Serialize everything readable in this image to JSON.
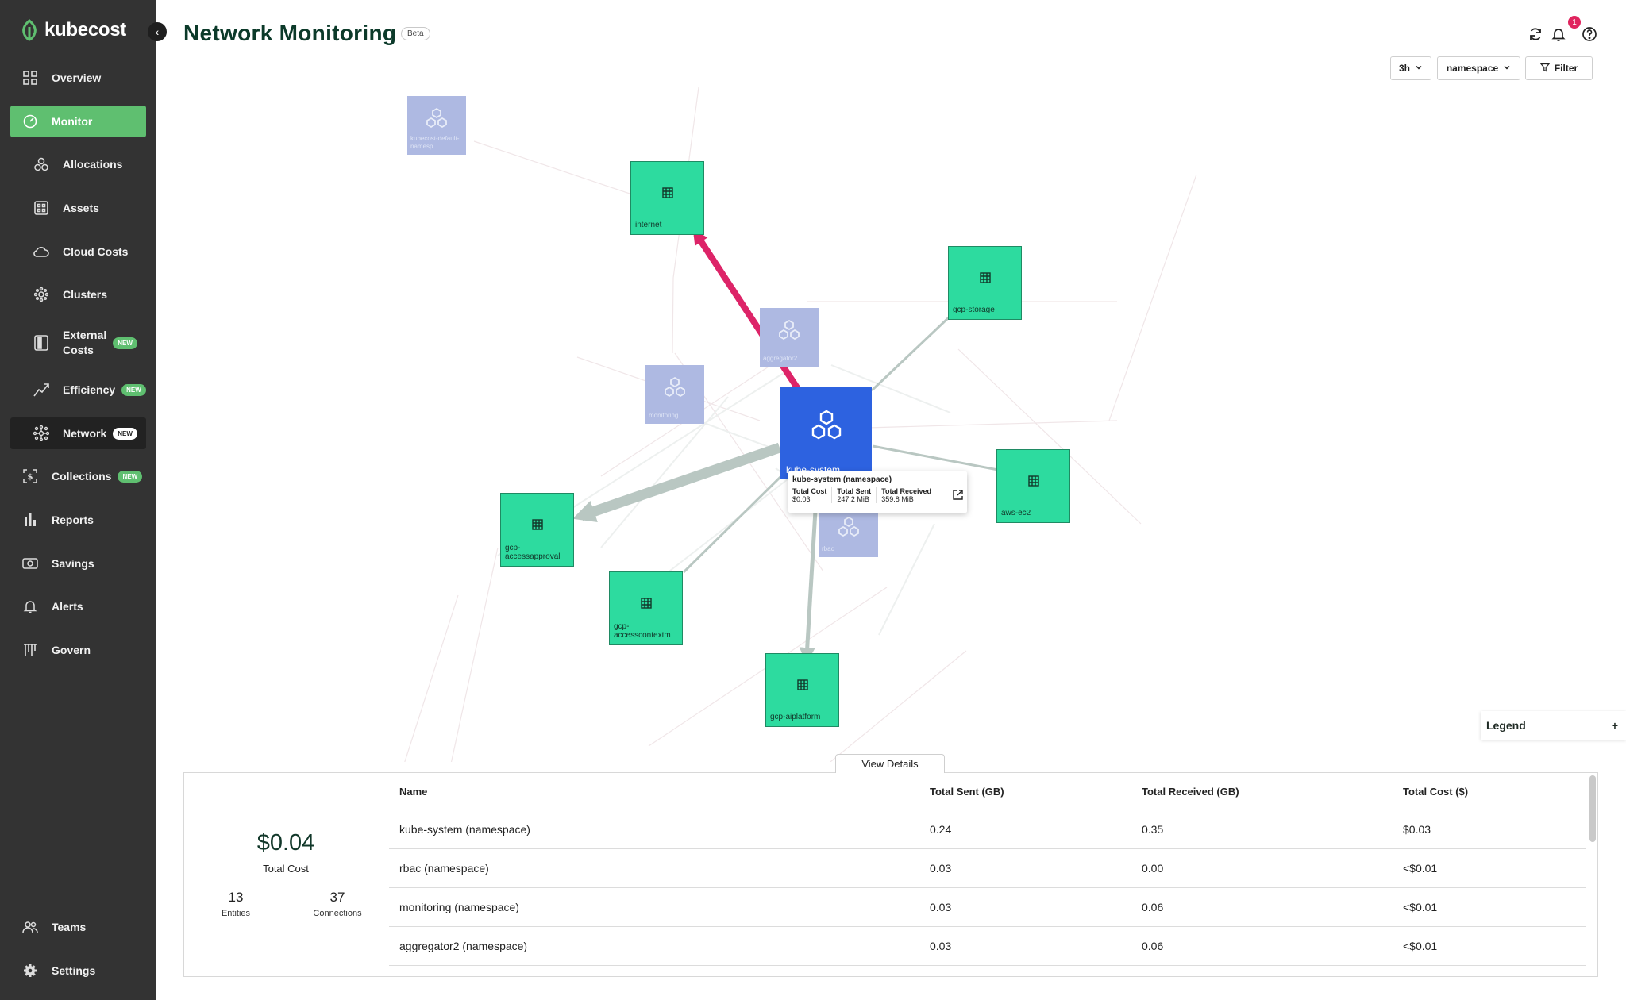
{
  "app": {
    "name": "kubecost"
  },
  "sidebar": {
    "collapse_glyph": "‹",
    "items": [
      {
        "label": "Overview",
        "icon": "grid-icon"
      },
      {
        "label": "Monitor",
        "icon": "gauge-icon"
      },
      {
        "label": "Allocations",
        "icon": "circles-icon"
      },
      {
        "label": "Assets",
        "icon": "assets-icon"
      },
      {
        "label": "Cloud Costs",
        "icon": "cloud-icon"
      },
      {
        "label": "Clusters",
        "icon": "cluster-icon"
      },
      {
        "label": "External",
        "label2": "Costs",
        "badge": "NEW",
        "icon": "external-icon"
      },
      {
        "label": "Efficiency",
        "badge": "NEW",
        "icon": "efficiency-icon"
      },
      {
        "label": "Network",
        "badge": "NEW",
        "icon": "network-icon"
      },
      {
        "label": "Collections",
        "badge": "NEW",
        "icon": "collections-icon"
      },
      {
        "label": "Reports",
        "icon": "reports-icon"
      },
      {
        "label": "Savings",
        "icon": "savings-icon"
      },
      {
        "label": "Alerts",
        "icon": "bell-icon"
      },
      {
        "label": "Govern",
        "icon": "govern-icon"
      },
      {
        "label": "Teams",
        "icon": "teams-icon"
      },
      {
        "label": "Settings",
        "icon": "gear-icon"
      }
    ]
  },
  "header": {
    "title": "Network Monitoring",
    "beta": "Beta",
    "notification_count": "1",
    "controls": {
      "window": "3h",
      "aggregate": "namespace",
      "filter": "Filter"
    }
  },
  "graph": {
    "nodes": [
      {
        "label": "kubecost-default-namesp",
        "label2": "",
        "type": "faded"
      },
      {
        "label": "internet",
        "label2": "",
        "type": "external"
      },
      {
        "label": "gcp-storage",
        "label2": "",
        "type": "external"
      },
      {
        "label": "aggregator2",
        "label2": "",
        "type": "faded"
      },
      {
        "label": "monitoring",
        "label2": "",
        "type": "faded"
      },
      {
        "label": "kube-system",
        "label2": "",
        "type": "focus"
      },
      {
        "label": "aws-ec2",
        "label2": "",
        "type": "external"
      },
      {
        "label": "gcp-",
        "label2": "accessapproval",
        "type": "external"
      },
      {
        "label": "rbac",
        "label2": "",
        "type": "faded"
      },
      {
        "label": "gcp-",
        "label2": "accesscontextm",
        "type": "external"
      },
      {
        "label": "gcp-aiplatform",
        "label2": "",
        "type": "external"
      }
    ],
    "tooltip": {
      "title": "kube-system (namespace)",
      "cost_label": "Total Cost",
      "cost": "$0.03",
      "sent_label": "Total Sent",
      "sent": "247.2 MiB",
      "received_label": "Total Received",
      "received": "359.8 MiB"
    },
    "legend": {
      "label": "Legend",
      "toggle": "+"
    },
    "colors": {
      "focus": "#2d62e0",
      "external": "#2ddb9f",
      "faded": "#aeb9e2",
      "egress": "#dd2468",
      "edge": "#b9c7c2"
    }
  },
  "details": {
    "view_details": "View Details",
    "total_cost": "$0.04",
    "total_cost_label": "Total Cost",
    "entities": "13",
    "entities_label": "Entities",
    "connections": "37",
    "connections_label": "Connections",
    "columns": [
      "Name",
      "Total Sent (GB)",
      "Total Received (GB)",
      "Total Cost ($)"
    ],
    "rows": [
      [
        "kube-system (namespace)",
        "0.24",
        "0.35",
        "$0.03"
      ],
      [
        "rbac (namespace)",
        "0.03",
        "0.00",
        "<$0.01"
      ],
      [
        "monitoring (namespace)",
        "0.03",
        "0.06",
        "<$0.01"
      ],
      [
        "aggregator2 (namespace)",
        "0.03",
        "0.06",
        "<$0.01"
      ]
    ]
  }
}
